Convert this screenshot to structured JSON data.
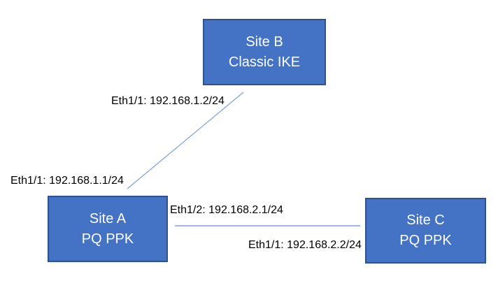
{
  "diagram": {
    "colors": {
      "background": "#FFFFFF",
      "node_fill": "#4472C4",
      "node_border": "#2F528F",
      "node_text": "#FFFFFF",
      "link_stroke": "#7F9FD6",
      "label_text": "#000000"
    },
    "nodes": {
      "site_b": {
        "name": "Site B",
        "subtitle": "Classic IKE"
      },
      "site_a": {
        "name": "Site A",
        "subtitle": "PQ PPK"
      },
      "site_c": {
        "name": "Site C",
        "subtitle": "PQ PPK"
      }
    },
    "interface_labels": {
      "site_b_eth1": "Eth1/1: 192.168.1.2/24",
      "site_a_eth1": "Eth1/1: 192.168.1.1/24",
      "site_a_eth2": "Eth1/2: 192.168.2.1/24",
      "site_c_eth1": "Eth1/1: 192.168.2.2/24"
    },
    "links": [
      {
        "from": "site_a",
        "to": "site_b"
      },
      {
        "from": "site_a",
        "to": "site_c"
      }
    ]
  }
}
